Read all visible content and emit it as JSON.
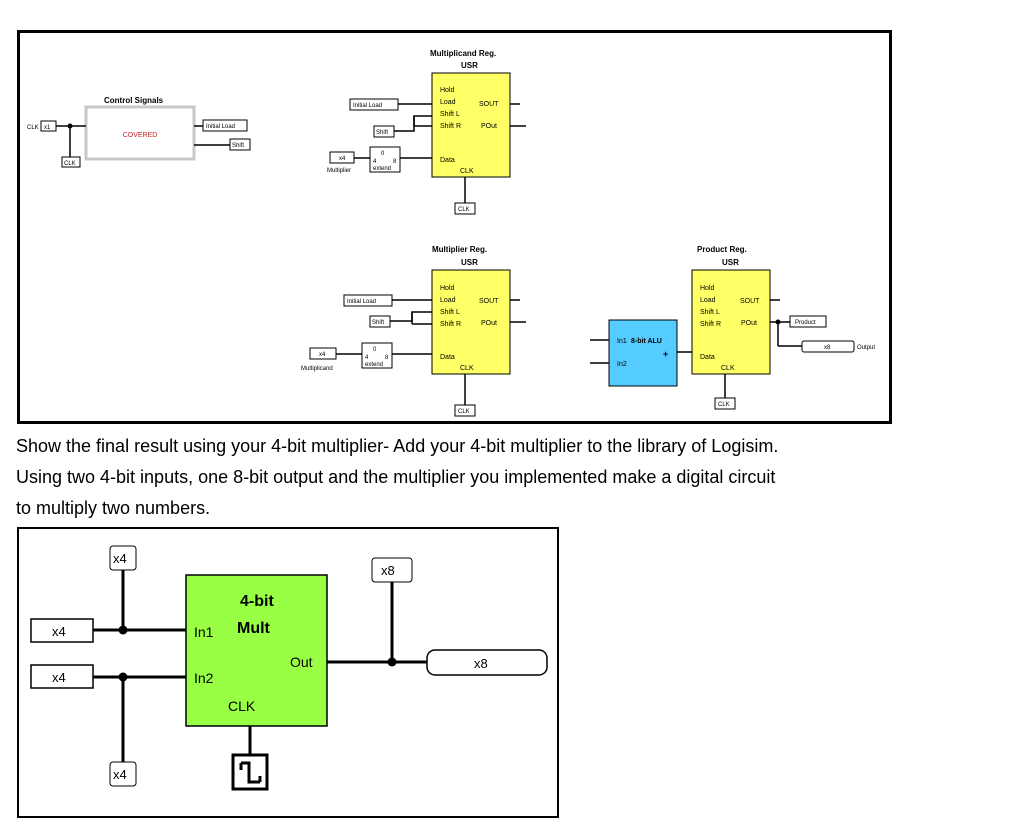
{
  "top_diagram": {
    "control": {
      "title": "Control Signals",
      "covered": "COVERED",
      "clk_in": "x1",
      "clk": "CLK",
      "outputs": [
        "Initial Load",
        "Shift"
      ]
    },
    "multiplicand_reg": {
      "title": "Multiplicand Reg.",
      "type": "USR",
      "pins_left": [
        "Hold",
        "Load",
        "Shift L",
        "Shift R",
        "Data"
      ],
      "pin_sout": "SOUT",
      "pin_pout": "POut",
      "pin_clk": "CLK",
      "tunnel_load": "Initial Load",
      "tunnel_shift": "Shift",
      "input": "x4",
      "input_label": "Multiplier",
      "extend": [
        "4",
        "0",
        "8",
        "extend"
      ],
      "clk": "CLK"
    },
    "multiplier_reg": {
      "title": "Multiplier Reg.",
      "type": "USR",
      "pins_left": [
        "Hold",
        "Load",
        "Shift L",
        "Shift R",
        "Data"
      ],
      "pin_sout": "SOUT",
      "pin_pout": "POut",
      "pin_clk": "CLK",
      "tunnel_load": "Initial Load",
      "tunnel_shift": "Shift",
      "input": "x4",
      "input_label": "Multiplicand",
      "extend": [
        "4",
        "0",
        "8",
        "extend"
      ],
      "clk": "CLK"
    },
    "product_reg": {
      "title": "Product Reg.",
      "type": "USR",
      "pins_left": [
        "Hold",
        "Load",
        "Shift L",
        "Shift R",
        "Data"
      ],
      "pin_sout": "SOUT",
      "pin_pout": "POut",
      "pin_clk": "CLK",
      "product_tunnel": "Product",
      "output": "x8",
      "output_label": "Output",
      "clk": "CLK"
    },
    "alu": {
      "title": "8-bit ALU",
      "in1": "In1",
      "in2": "In2",
      "op": "+"
    }
  },
  "instructions": {
    "line1": "Show the final result using your 4-bit multiplier- Add your 4-bit multiplier to the library of Logisim.",
    "line2": "Using two 4-bit inputs, one 8-bit output and the multiplier you implemented make a digital circuit",
    "line3": "to multiply two numbers."
  },
  "bottom_diagram": {
    "mult": {
      "title_line1": "4-bit",
      "title_line2": "Mult",
      "in1": "In1",
      "in2": "In2",
      "out": "Out",
      "clk": "CLK"
    },
    "probe_top": "x4",
    "probe_bottom": "x4",
    "probe_out": "x8",
    "input1": "x4",
    "input2": "x4",
    "output": "x8"
  },
  "colors": {
    "register": "#FFFF66",
    "alu": "#55CCFF",
    "mult": "#99FF44",
    "covered_text": "#cc2222"
  }
}
